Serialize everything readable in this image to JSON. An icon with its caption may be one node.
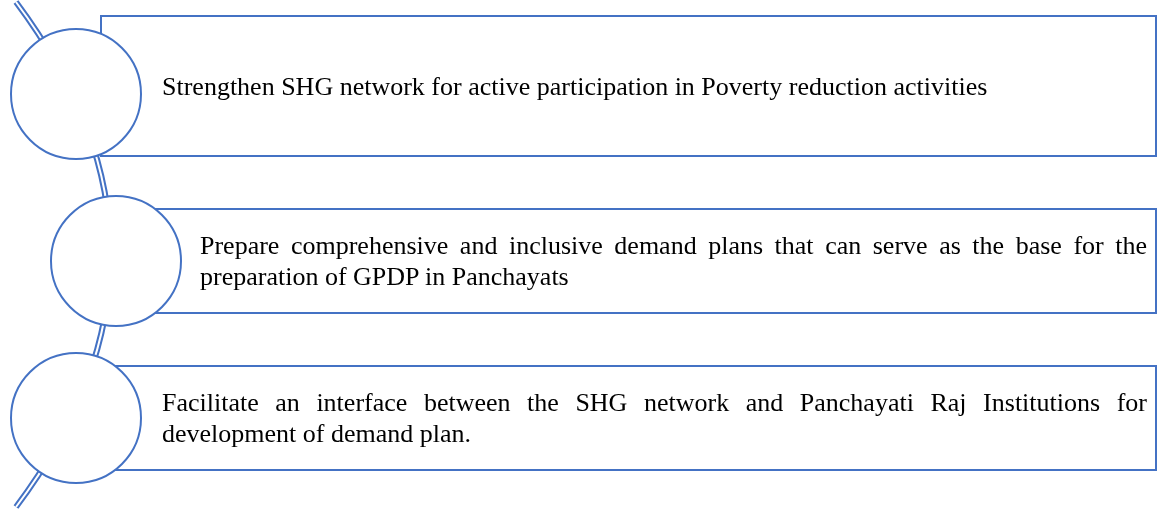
{
  "diagram": {
    "nodes": [
      {
        "text": [],
        "shape": "circle"
      },
      {
        "text": [
          "Strengthen SHG network for active participation in Poverty reduction activities"
        ]
      },
      {
        "text": [],
        "shape": "circle"
      },
      {
        "text": [
          "Prepare comprehensive and inclusive demand plans that can serve as the base for the preparation of GPDP in Panchayats"
        ]
      },
      {
        "text": [],
        "shape": "circle"
      },
      {
        "text": [
          "Facilitate an interface between the SHG network and Panchayati Raj Institutions for development of demand plan."
        ]
      }
    ]
  }
}
